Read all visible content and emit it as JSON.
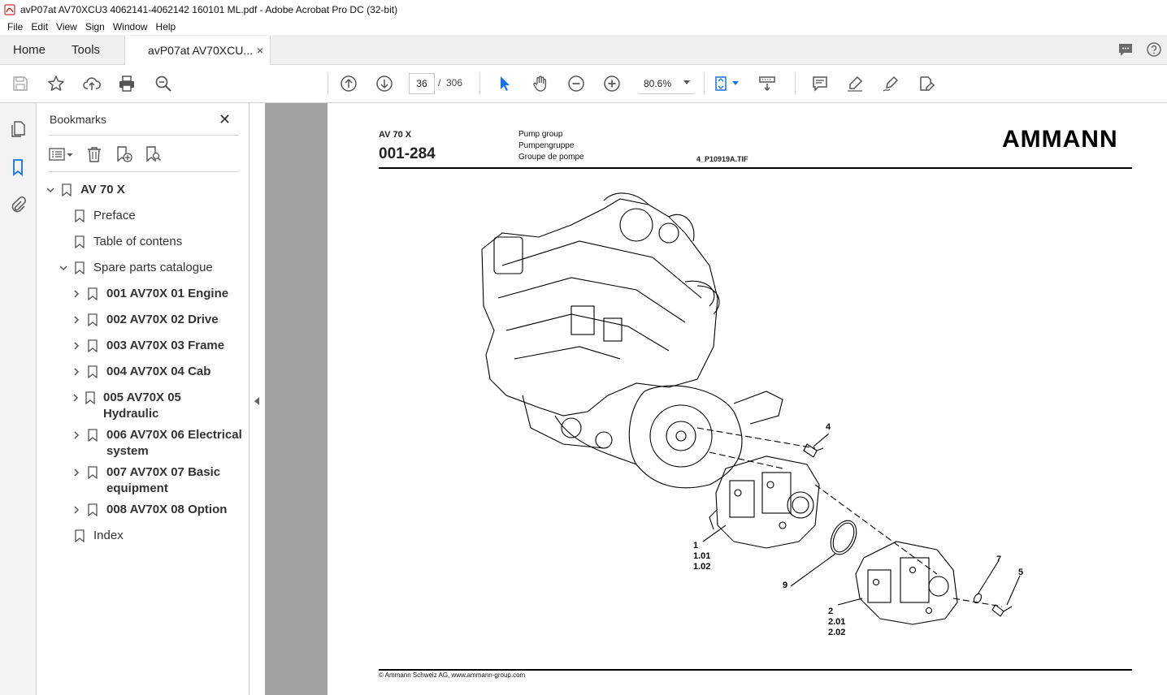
{
  "window": {
    "title": "avP07at AV70XCU3 4062141-4062142 160101 ML.pdf - Adobe Acrobat Pro DC (32-bit)"
  },
  "menu": [
    "File",
    "Edit",
    "View",
    "Sign",
    "Window",
    "Help"
  ],
  "tabs": {
    "home": "Home",
    "tools": "Tools",
    "document": "avP07at AV70XCU...",
    "close_glyph": "×"
  },
  "toolbar": {
    "current_page": "36",
    "page_separator": "/",
    "total_pages": "306",
    "zoom": "80.6%"
  },
  "bookmarks": {
    "title": "Bookmarks",
    "close_glyph": "✕",
    "items": [
      {
        "label": "AV 70 X"
      },
      {
        "label": "Preface"
      },
      {
        "label": "Table of contens"
      },
      {
        "label": "Spare parts catalogue"
      },
      {
        "label": "001 AV70X 01 Engine"
      },
      {
        "label": "002 AV70X 02 Drive"
      },
      {
        "label": "003 AV70X 03 Frame"
      },
      {
        "label": "004 AV70X 04 Cab"
      },
      {
        "label": "005 AV70X 05 Hydraulic"
      },
      {
        "label": "006 AV70X 06 Electrical system"
      },
      {
        "label": "007 AV70X 07 Basic equipment"
      },
      {
        "label": "008 AV70X 08 Option"
      },
      {
        "label": "Index"
      }
    ]
  },
  "page": {
    "model": "AV 70 X",
    "code": "001-284",
    "desc_en": "Pump group",
    "desc_de": "Pumpengruppe",
    "desc_fr": "Groupe de pompe",
    "file": "4_P10919A.TIF",
    "logo": "AMMANN",
    "footer": "© Ammann Schweiz AG, www.ammann-group.com",
    "callouts": {
      "c4": "4",
      "c1": "1",
      "c101": "1.01",
      "c102": "1.02",
      "c9": "9",
      "c7": "7",
      "c5": "5",
      "c2": "2",
      "c201": "2.01",
      "c202": "2.02"
    }
  },
  "colors": {
    "accent": "#1473e6",
    "doc_background": "#a3a3a3"
  }
}
